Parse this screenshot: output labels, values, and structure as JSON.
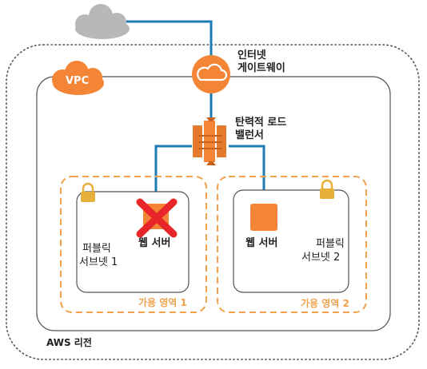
{
  "labels": {
    "internet_gateway": [
      "인터넷",
      "게이트웨이"
    ],
    "load_balancer": [
      "탄력적 로드",
      "밸런서"
    ],
    "vpc": "VPC",
    "region": "AWS 리전",
    "az1": "가용 영역 1",
    "az2": "가용 영역 2",
    "subnet1": [
      "퍼블릭",
      "서브넷 1"
    ],
    "subnet2": [
      "퍼블릭",
      "서브넷 2"
    ],
    "web_server_1": "웹 서버",
    "web_server_2": "웹 서버"
  },
  "colors": {
    "aws_orange": "#f58536",
    "az_border": "#f0a14a",
    "connector": "#1e7bb6",
    "failure_red": "#e8262a",
    "cloud_gray": "#b8b8b8",
    "lock_gold": "#e5b13a",
    "border_gray": "#555555"
  },
  "status": {
    "web_server_1": "failed",
    "web_server_2": "healthy"
  },
  "icons": {
    "internet": "cloud-icon",
    "gateway": "internet-gateway-icon",
    "load_balancer": "load-balancer-icon",
    "lock": "lock-icon",
    "failure": "x-mark-icon",
    "server": "server-instance-icon"
  }
}
